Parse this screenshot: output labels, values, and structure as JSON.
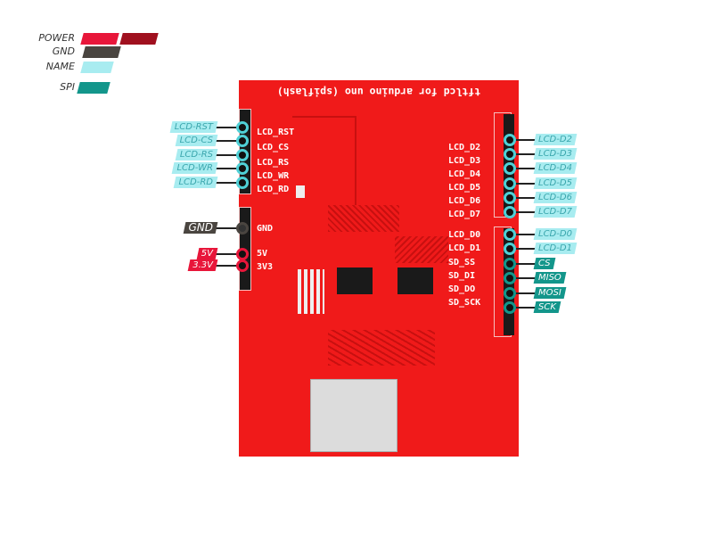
{
  "legend": [
    {
      "label": "POWER",
      "colors": [
        "#e8163a",
        "#a0101f"
      ]
    },
    {
      "label": "GND",
      "colors": [
        "#4a4540"
      ]
    },
    {
      "label": "NAME",
      "colors": [
        "#a8ecf0"
      ]
    },
    {
      "label": "SPI",
      "colors": [
        "#13968b"
      ]
    }
  ],
  "board": {
    "title": "tftlcd for arduino uno (spiflash)",
    "left_pins": [
      "LCD_RST",
      "LCD_CS",
      "LCD_RS",
      "LCD_WR",
      "LCD_RD",
      "GND",
      "5V",
      "3V3"
    ],
    "right_pins": [
      "LCD_D2",
      "LCD_D3",
      "LCD_D4",
      "LCD_D5",
      "LCD_D6",
      "LCD_D7",
      "LCD_D0",
      "LCD_D1",
      "SD_SS",
      "SD_DI",
      "SD_DO",
      "SD_SCK"
    ]
  },
  "left_tags": [
    {
      "label": "LCD-RST",
      "type": "name"
    },
    {
      "label": "LCD-CS",
      "type": "name"
    },
    {
      "label": "LCD-RS",
      "type": "name"
    },
    {
      "label": "LCD-WR",
      "type": "name"
    },
    {
      "label": "LCD-RD",
      "type": "name"
    },
    {
      "label": "GND",
      "type": "gnd"
    },
    {
      "label": "5V",
      "type": "pwr"
    },
    {
      "label": "3.3V",
      "type": "pwr"
    }
  ],
  "right_tags": [
    {
      "label": "LCD-D2",
      "type": "name"
    },
    {
      "label": "LCD-D3",
      "type": "name"
    },
    {
      "label": "LCD-D4",
      "type": "name"
    },
    {
      "label": "LCD-D5",
      "type": "name"
    },
    {
      "label": "LCD-D6",
      "type": "name"
    },
    {
      "label": "LCD-D7",
      "type": "name"
    },
    {
      "label": "LCD-D0",
      "type": "name"
    },
    {
      "label": "LCD-D1",
      "type": "name"
    },
    {
      "label": "CS",
      "type": "spi"
    },
    {
      "label": "MISO",
      "type": "spi"
    },
    {
      "label": "MOSI",
      "type": "spi"
    },
    {
      "label": "SCK",
      "type": "spi"
    }
  ]
}
